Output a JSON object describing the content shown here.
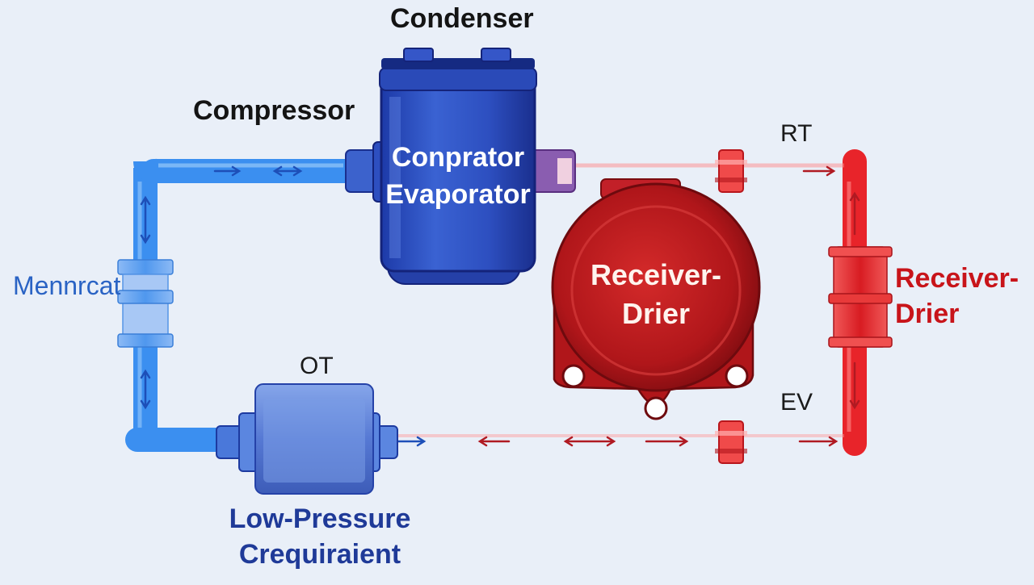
{
  "labels": {
    "condenser": "Condenser",
    "compressor": "Compressor",
    "condenser_body_line1": "Conprator",
    "condenser_body_line2": "Evaporator",
    "rt": "RT",
    "left_component": "Mennrcat",
    "receiver_body_line1": "Receiver-",
    "receiver_body_line2": "Drier",
    "right_receiver_line1": "Receiver-",
    "right_receiver_line2": "Drier",
    "ot": "OT",
    "ev": "EV",
    "bottom_line1": "Low-Pressure",
    "bottom_line2": "Crequiraient"
  },
  "colors": {
    "background": "#e9eff8",
    "cold_line": "#3b8ff0",
    "hot_line": "#e8242a",
    "condenser_unit": "#2f50c0",
    "receiver_unit": "#b3161c"
  }
}
